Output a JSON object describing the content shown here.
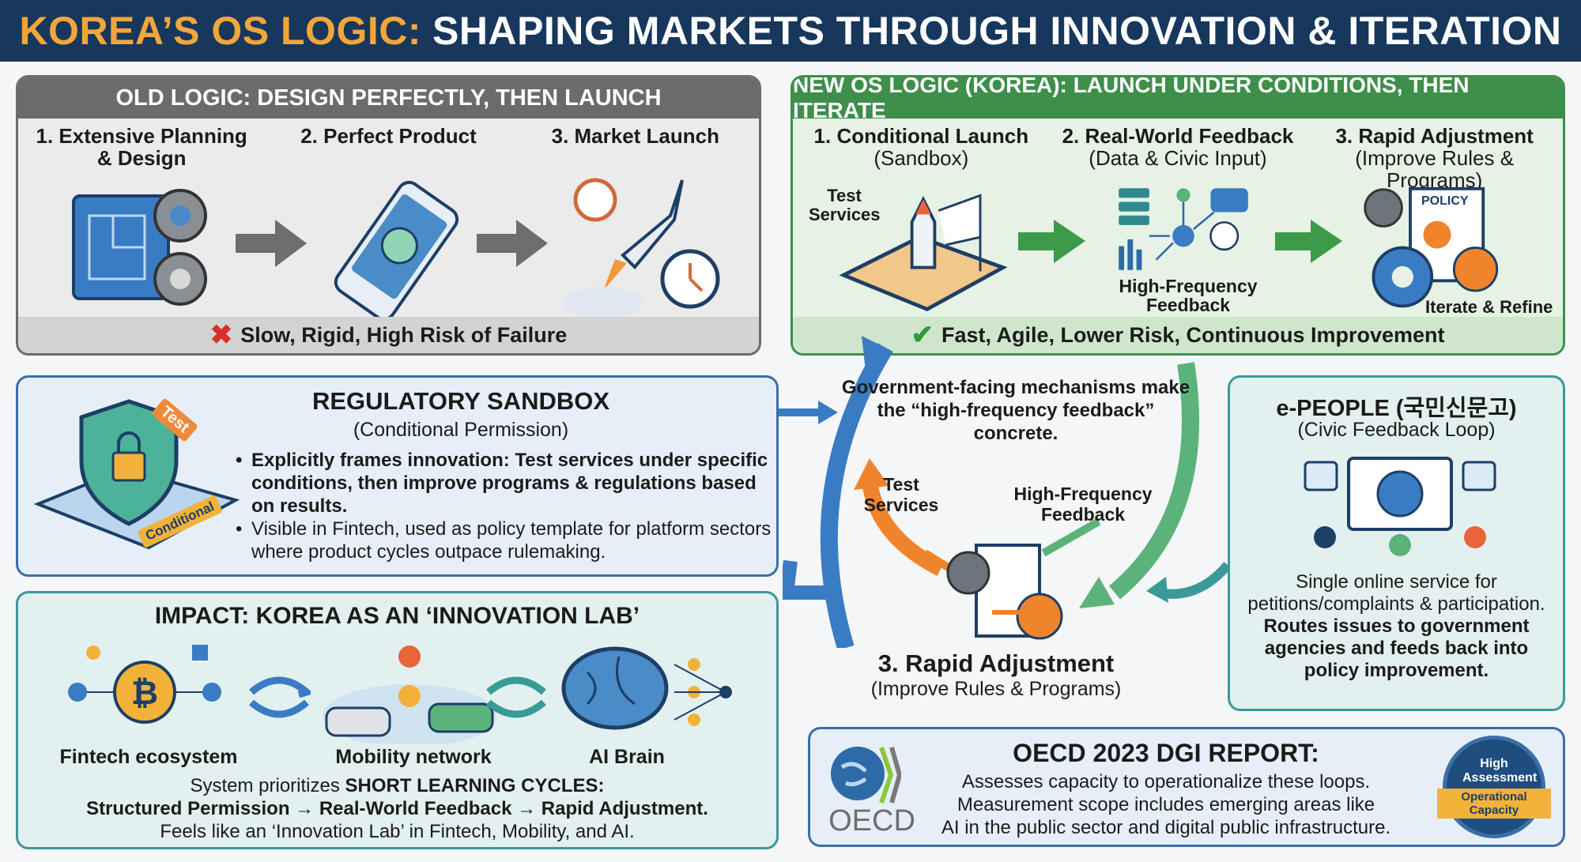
{
  "title": {
    "accent": "KOREA’S OS LOGIC:",
    "main": "SHAPING MARKETS THROUGH INNOVATION & ITERATION"
  },
  "old_logic": {
    "header": "OLD LOGIC: DESIGN PERFECTLY, THEN LAUNCH",
    "steps": [
      {
        "label": "1. Extensive Planning & Design"
      },
      {
        "label": "2. Perfect Product"
      },
      {
        "label": "3. Market Launch"
      }
    ],
    "footer": "Slow, Rigid, High Risk of Failure"
  },
  "new_logic": {
    "header": "NEW OS LOGIC (KOREA): LAUNCH UNDER CONDITIONS, THEN ITERATE",
    "steps": [
      {
        "label": "1. Conditional Launch",
        "sub": "(Sandbox)",
        "note": "Test Services"
      },
      {
        "label": "2. Real-World Feedback",
        "sub": "(Data & Civic Input)",
        "note": "High-Frequency Feedback"
      },
      {
        "label": "3. Rapid Adjustment",
        "sub": "(Improve Rules & Programs)",
        "note": "Iterate & Refine",
        "doc": "POLICY"
      }
    ],
    "footer": "Fast, Agile, Lower Risk, Continuous Improvement"
  },
  "sandbox": {
    "title": "REGULATORY SANDBOX",
    "subtitle": "(Conditional Permission)",
    "tag_test": "Test",
    "tag_conditional": "Conditional",
    "bullets": [
      "Explicitly frames innovation: Test services under specific conditions, then improve programs & regulations based on results.",
      "Visible in Fintech, used as policy template for platform sectors where product cycles outpace rulemaking."
    ]
  },
  "impact": {
    "title": "IMPACT: KOREA AS AN ‘INNOVATION LAB’",
    "items": [
      "Fintech ecosystem",
      "Mobility network",
      "AI Brain"
    ],
    "line1_pre": "System prioritizes ",
    "line1_bold": "SHORT LEARNING CYCLES:",
    "line2": "Structured Permission → Real-World Feedback → Rapid Adjustment.",
    "line3": "Feels like an ‘Innovation Lab’ in Fintech, Mobility, and AI."
  },
  "cycle": {
    "caption": "Government-facing mechanisms make the “high-frequency feedback” concrete.",
    "left_label": "Test Services",
    "right_label": "High-Frequency Feedback",
    "bottom_title": "3. Rapid Adjustment",
    "bottom_sub": "(Improve Rules & Programs)"
  },
  "epeople": {
    "title": "e-PEOPLE (국민신문고)",
    "subtitle": "(Civic Feedback Loop)",
    "text": "Single online service for petitions/complaints & participation.",
    "bold": "Routes issues to government agencies and feeds back into policy improvement."
  },
  "oecd": {
    "logo_text": "OECD",
    "title": "OECD 2023 DGI REPORT:",
    "lines": [
      "Assesses capacity to operationalize these loops.",
      "Measurement scope includes emerging areas like",
      "AI in the public sector and digital public infrastructure."
    ],
    "badge_top": "High Assessment",
    "badge_ribbon": "Operational Capacity"
  },
  "colors": {
    "navy": "#17375c",
    "orange": "#f2a63a",
    "green": "#3d8f4a",
    "gray": "#6b6b6b",
    "blue": "#3a6fa8"
  }
}
